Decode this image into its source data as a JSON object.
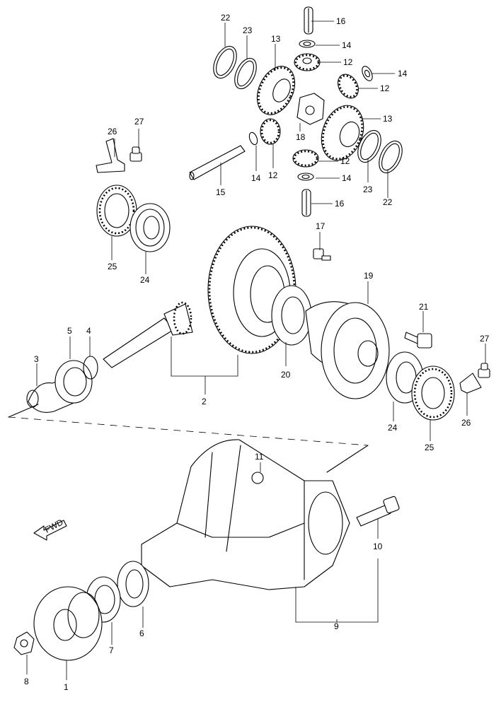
{
  "diagram": {
    "callouts": [
      "1",
      "2",
      "3",
      "4",
      "5",
      "6",
      "7",
      "8",
      "9",
      "10",
      "11",
      "12",
      "13",
      "14",
      "15",
      "16",
      "17",
      "18",
      "19",
      "20",
      "21",
      "22",
      "23",
      "24",
      "25",
      "26",
      "27"
    ],
    "fwd_label": "FWD"
  }
}
